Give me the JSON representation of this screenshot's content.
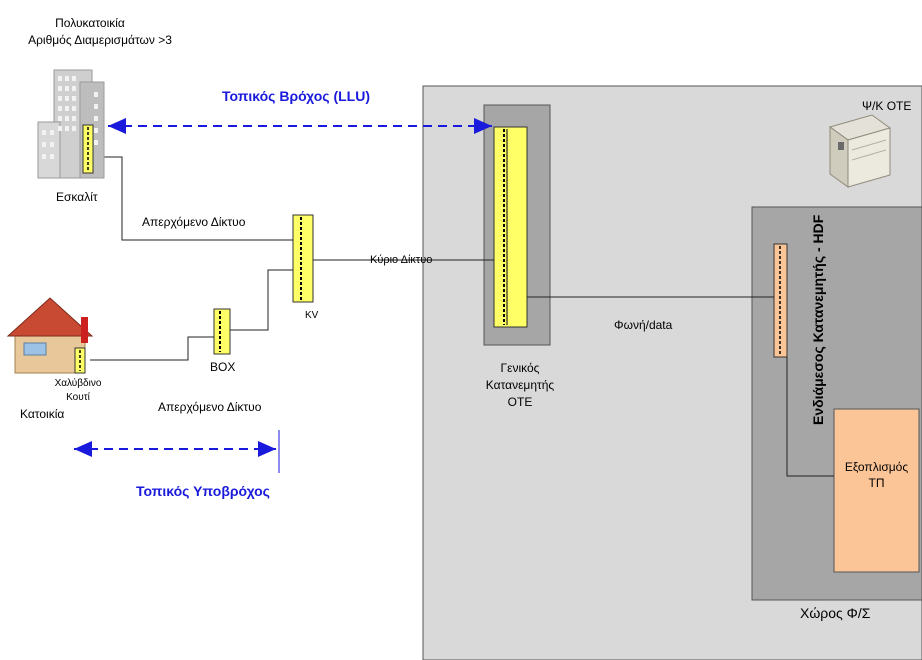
{
  "building": {
    "title_line1": "Πολυκατοικία",
    "title_line2": "Αριθμός Διαμερισμάτων >3",
    "escalit_label": "Εσκαλίτ"
  },
  "house": {
    "label": "Κατοικία",
    "steel_box_line1": "Χαλύβδινο",
    "steel_box_line2": "Κουτί"
  },
  "links": {
    "llu_label": "Τοπικός Βρόχος (LLU)",
    "subloop_label": "Τοπικός Υποβρόχος",
    "branch_net_upper": "Απερχόμενο Δίκτυο",
    "branch_net_lower": "Απερχόμενο Δίκτυο",
    "main_net": "Κύριο Δίκτυο",
    "voice_data": "Φωνή/data"
  },
  "nodes": {
    "kv_label": "KV",
    "box_label": "BOX"
  },
  "exchange": {
    "mdf_line1": "Γενικός",
    "mdf_line2": "Κατανεμητής",
    "mdf_line3": "ΟΤΕ",
    "server_label": "Ψ/Κ ΟΤΕ",
    "hdf_label": "Ενδιάμεσος Κατανεμητής - HDF",
    "equipment_line1": "Εξοπλισμός",
    "equipment_line2": "ΤΠ",
    "colocation_label": "Χώρος Φ/Σ"
  },
  "colors": {
    "exchange_bg": "#d9d9d9",
    "inner_gray": "#a6a6a6",
    "distributor_yellow": "#ffff66",
    "hdf_orange": "#fcc597",
    "equipment_orange": "#fcc597",
    "link_blue": "#1a1adc"
  }
}
